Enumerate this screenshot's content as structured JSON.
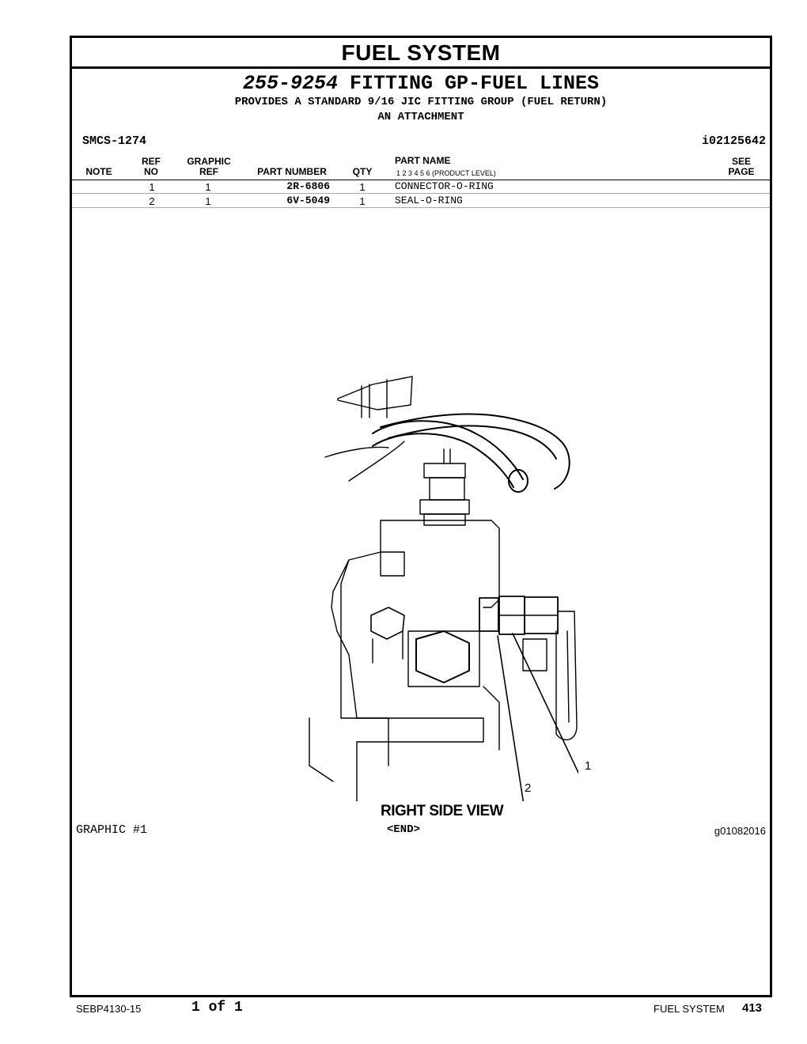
{
  "section_title": "FUEL SYSTEM",
  "header": {
    "part_number": "255-9254",
    "title": "FITTING GP-FUEL LINES",
    "line2": "PROVIDES A STANDARD 9/16 JIC FITTING GROUP (FUEL RETURN)",
    "line3": "AN ATTACHMENT",
    "smcs": "SMCS-1274",
    "doc_id": "i02125642"
  },
  "columns": {
    "note": "NOTE",
    "ref_no_1": "REF",
    "ref_no_2": "NO",
    "graphic_ref_1": "GRAPHIC",
    "graphic_ref_2": "REF",
    "part_number": "PART NUMBER",
    "qty": "QTY",
    "part_name": "PART NAME",
    "product_level": "1    2    3    4    5    6   (PRODUCT LEVEL)",
    "see_page_1": "SEE",
    "see_page_2": "PAGE"
  },
  "rows": [
    {
      "ref_no": "1",
      "graphic_ref": "1",
      "part_number": "2R-6806",
      "qty": "1",
      "part_name": "CONNECTOR-O-RING"
    },
    {
      "ref_no": "2",
      "graphic_ref": "1",
      "part_number": "6V-5049",
      "qty": "1",
      "part_name": "SEAL-O-RING"
    }
  ],
  "figure": {
    "callout_1": "1",
    "callout_2": "2",
    "caption": "RIGHT SIDE VIEW",
    "graphic_label": "GRAPHIC #1",
    "end_marker": "<END>",
    "graphic_id": "g01082016"
  },
  "footer": {
    "doc_number": "SEBP4130-15",
    "page_of": "1 of 1",
    "section": "FUEL SYSTEM",
    "page_number": "413"
  }
}
